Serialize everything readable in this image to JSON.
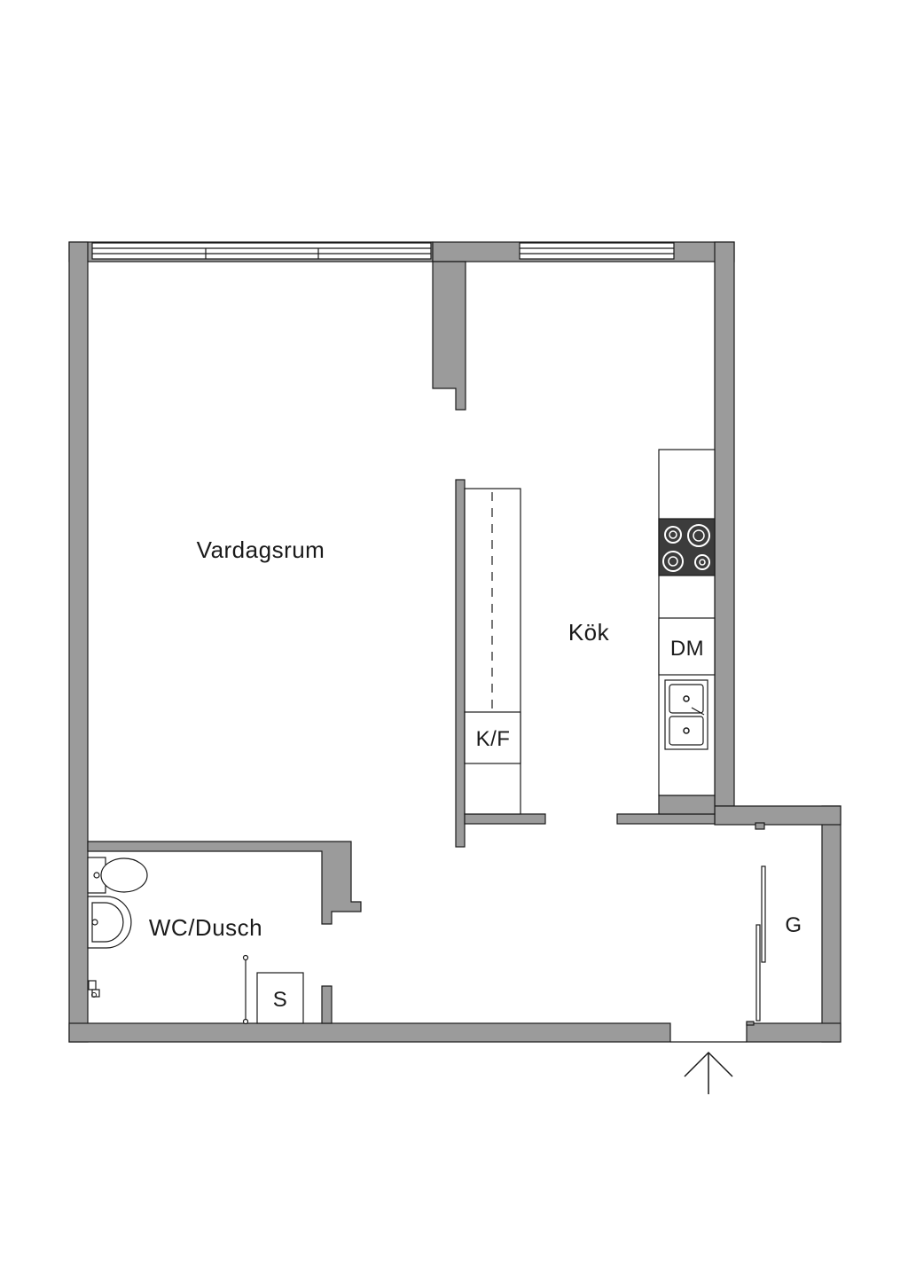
{
  "rooms": {
    "living": "Vardagsrum",
    "kitchen": "Kök",
    "bath": "WC/Dusch",
    "closet": "G"
  },
  "fixtures": {
    "fridge_freezer": "K/F",
    "dishwasher": "DM",
    "storage": "S"
  },
  "colors": {
    "wall": "#9b9b9b",
    "stove": "#3c3c3c",
    "line": "#1a1a1a"
  },
  "icons": {
    "entrance": "arrow-up-icon",
    "stove": "stove-icon",
    "sink": "double-sink-icon",
    "toilet": "toilet-icon",
    "washbasin": "washbasin-icon"
  }
}
